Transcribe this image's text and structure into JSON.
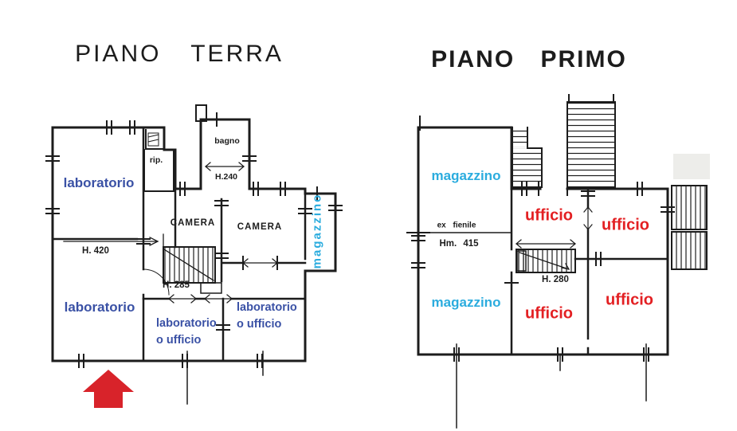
{
  "palette": {
    "background": "#FFFFFF",
    "ink": "#1C1C1C",
    "label_blue": "#3A51A5",
    "label_cyan": "#2BACDE",
    "label_red": "#E32023",
    "arrow_red": "#D8232A"
  },
  "left_plan": {
    "title": "PIANO TERRA",
    "labels": {
      "laboratorio_top": "laboratorio",
      "laboratorio_bottom": "laboratorio",
      "laboratorio_o_ufficio_center": {
        "line1": "laboratorio",
        "line2": "o ufficio"
      },
      "laboratorio_o_ufficio_right": {
        "line1": "laboratorio",
        "line2": "o ufficio"
      },
      "magazzino": "magazzino",
      "camera_1": "CAMERA",
      "camera_2": "CAMERA",
      "bagno": "bagno",
      "ripostiglio": "rip."
    },
    "dimensions": {
      "h_420": "H. 420",
      "h_240": "H.240",
      "h_285": "H. 285"
    }
  },
  "right_plan": {
    "title": "PIANO PRIMO",
    "labels": {
      "magazzino_top": "magazzino",
      "magazzino_bottom": "magazzino",
      "ex_fienile": "ex fienile",
      "hm_415": "Hm. 415",
      "ufficio_top_center": "ufficio",
      "ufficio_top_right": "ufficio",
      "ufficio_bottom_center": "ufficio",
      "ufficio_bottom_right": "ufficio"
    },
    "dimensions": {
      "h_280": "H. 280"
    }
  }
}
